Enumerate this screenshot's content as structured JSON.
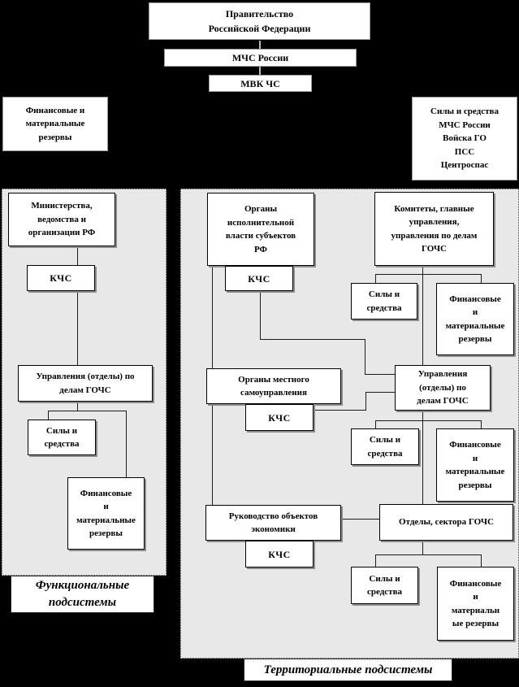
{
  "top": {
    "government": "Правительство\nРоссийской Федерации",
    "mchs": "МЧС России",
    "mvk": "МВК ЧС",
    "financial_reserves": "Финансовые и\nматериальные\nрезервы",
    "forces": "Силы и средства\nМЧС России\nВойска ГО\nПСС\nЦентроспас"
  },
  "functional": {
    "label": "Функциональные\nподсистемы",
    "ministries": "Министерства,\nведомства и\nорганизации РФ",
    "kchs": "КЧС",
    "departments": "Управления (отделы) по\nделам ГОЧС",
    "forces": "Силы и\nсредства",
    "reserves": "Финансовые\nи\nматериальные\nрезервы"
  },
  "territorial": {
    "label": "Территориальные подсистемы",
    "executive": "Органы\nисполнительной\nвласти субъектов\nРФ",
    "kchs_executive": "КЧС",
    "committees": "Комитеты, главные\nуправления,\nуправления по делам\nГОЧС",
    "forces_regional": "Силы и\nсредства",
    "reserves_regional": "Финансовые\nи\nматериальные\nрезервы",
    "local_government": "Органы местного\nсамоуправления",
    "kchs_local": "КЧС",
    "departments": "Управления\n(отделы) по\nделам ГОЧС",
    "forces_local": "Силы и\nсредства",
    "reserves_local": "Финансовые\nи\nматериальные\nрезервы",
    "economy": "Руководство объектов\nэкономики",
    "kchs_economy": "КЧС",
    "sectors": "Отделы,  сектора ГОЧС",
    "forces_object": "Силы и\nсредства",
    "reserves_object": "Финансовые\nи\nматериальн\nые резервы"
  },
  "colors": {
    "background": "#000000",
    "panel": "#e8e8e8",
    "node": "#ffffff",
    "line": "#1c1c1c",
    "shadow": "#8c8c8c"
  }
}
